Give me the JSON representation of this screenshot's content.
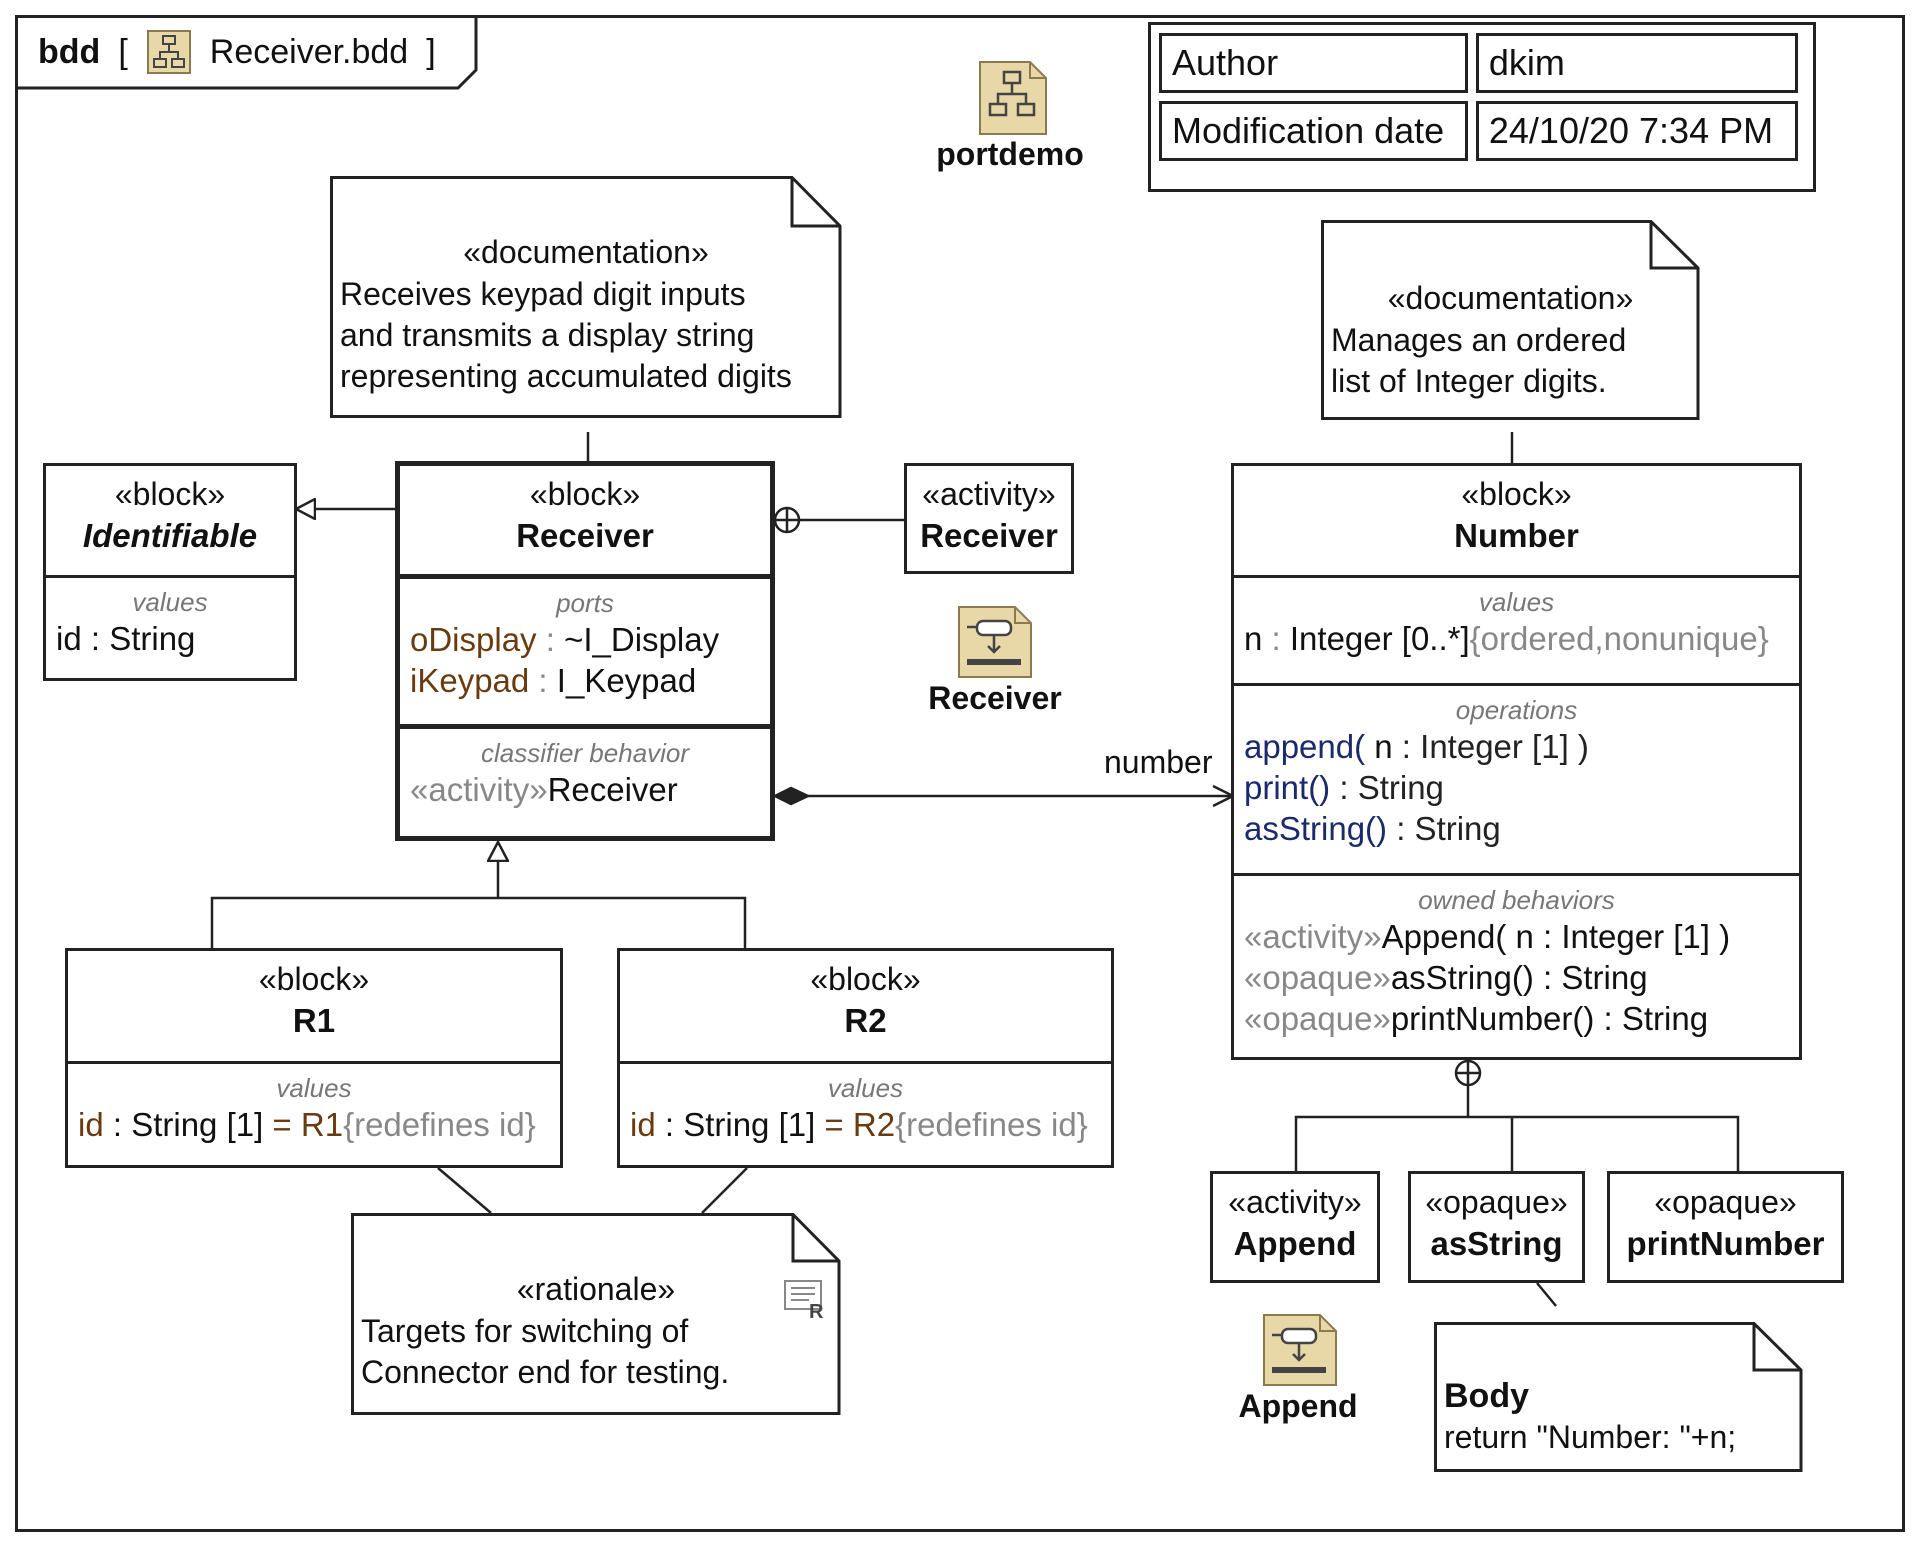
{
  "frame": {
    "kind": "bdd",
    "open_bracket": "[",
    "file_name": "Receiver.bdd",
    "close_bracket": "]"
  },
  "meta": {
    "author_label": "Author",
    "author": "dkim",
    "mod_label": "Modification date",
    "mod_value": "24/10/20 7:34 PM"
  },
  "icons": {
    "portdemo": "portdemo",
    "receiver_activity": "Receiver",
    "append_activity": "Append"
  },
  "notes": {
    "receiver_doc": {
      "stereo": "«documentation»",
      "lines": [
        "Receives keypad digit inputs",
        "and transmits a display string",
        "representing accumulated digits"
      ]
    },
    "number_doc": {
      "stereo": "«documentation»",
      "lines": [
        "Manages an ordered",
        "list of Integer digits."
      ]
    },
    "rationale": {
      "stereo": "«rationale»",
      "lines": [
        "Targets for switching of",
        "Connector end for testing."
      ],
      "icon_letter": "R"
    },
    "body": {
      "title": "Body",
      "code": "return \"Number: \"+n;"
    }
  },
  "blocks": {
    "identifiable": {
      "stereo": "«block»",
      "name": "Identifiable",
      "values_title": "values",
      "value_name": "id",
      "value_sep": " : ",
      "value_type": "String"
    },
    "receiver": {
      "stereo": "«block»",
      "name": "Receiver",
      "ports_title": "ports",
      "ports": [
        {
          "name": "oDisplay",
          "sep": " : ",
          "type": "~I_Display"
        },
        {
          "name": "iKeypad",
          "sep": " : ",
          "type": "I_Keypad"
        }
      ],
      "cb_title": "classifier behavior",
      "cb_stereo": "«activity»",
      "cb_name": "Receiver"
    },
    "activity_receiver": {
      "stereo": "«activity»",
      "name": "Receiver"
    },
    "number": {
      "stereo": "«block»",
      "name": "Number",
      "values_title": "values",
      "value_line": {
        "name": "n",
        "sep": " : ",
        "type": "Integer [0..*]",
        "constraint": "{ordered,nonunique}"
      },
      "ops_title": "operations",
      "ops": [
        {
          "name": "append(",
          "param": " n",
          "rest": " : Integer [1] )"
        },
        {
          "name": "print()",
          "param": "",
          "rest": " : String"
        },
        {
          "name": "asString()",
          "param": "",
          "rest": " : String"
        }
      ],
      "beh_title": "owned behaviors",
      "behaviors": [
        {
          "stereo": "«activity»",
          "name": "Append(",
          "rest": " n : Integer [1] )"
        },
        {
          "stereo": "«opaque»",
          "name": "asString()",
          "rest": " : String"
        },
        {
          "stereo": "«opaque»",
          "name": "printNumber()",
          "rest": " : String"
        }
      ]
    },
    "r1": {
      "stereo": "«block»",
      "name": "R1",
      "values_title": "values",
      "v_name": "id",
      "v_type": " : String [1]",
      "v_eq": " = ",
      "v_val": "R1",
      "v_con": "{redefines id}"
    },
    "r2": {
      "stereo": "«block»",
      "name": "R2",
      "values_title": "values",
      "v_name": "id",
      "v_type": " : String [1]",
      "v_eq": " = ",
      "v_val": "R2",
      "v_con": "{redefines id}"
    },
    "append": {
      "stereo": "«activity»",
      "name": "Append"
    },
    "as_string": {
      "stereo": "«opaque»",
      "name": "asString"
    },
    "print_number": {
      "stereo": "«opaque»",
      "name": "printNumber"
    }
  },
  "association": {
    "role": "number"
  },
  "colors": {
    "icon_fill": "#e8d8a8",
    "icon_border": "#8a7a50",
    "brown_text": "#6a3a10",
    "gray_text": "#888888"
  }
}
